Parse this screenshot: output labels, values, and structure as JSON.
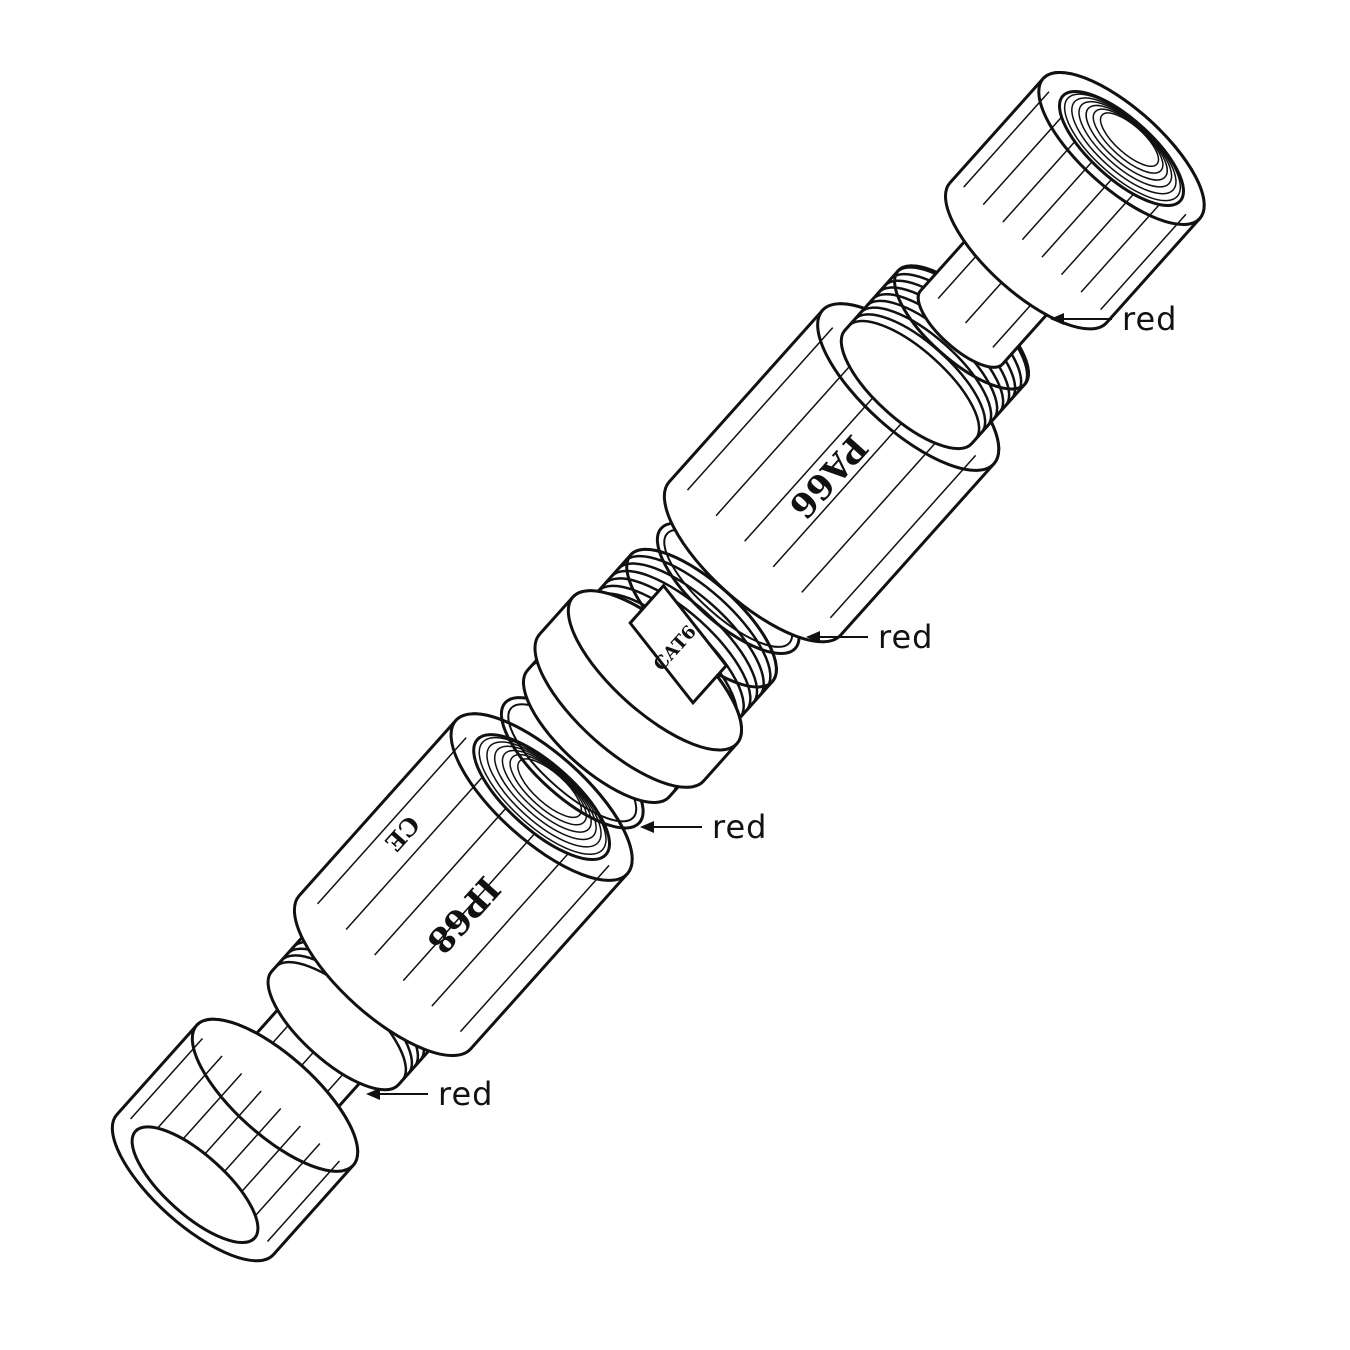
{
  "callouts": [
    "red",
    "red",
    "red",
    "red"
  ],
  "markings": {
    "top_body": "PA66",
    "insert": "CAT6",
    "bottom_body": "IP68",
    "logo": "CE"
  },
  "colors": {
    "line": "#111111",
    "background": "#ffffff"
  }
}
